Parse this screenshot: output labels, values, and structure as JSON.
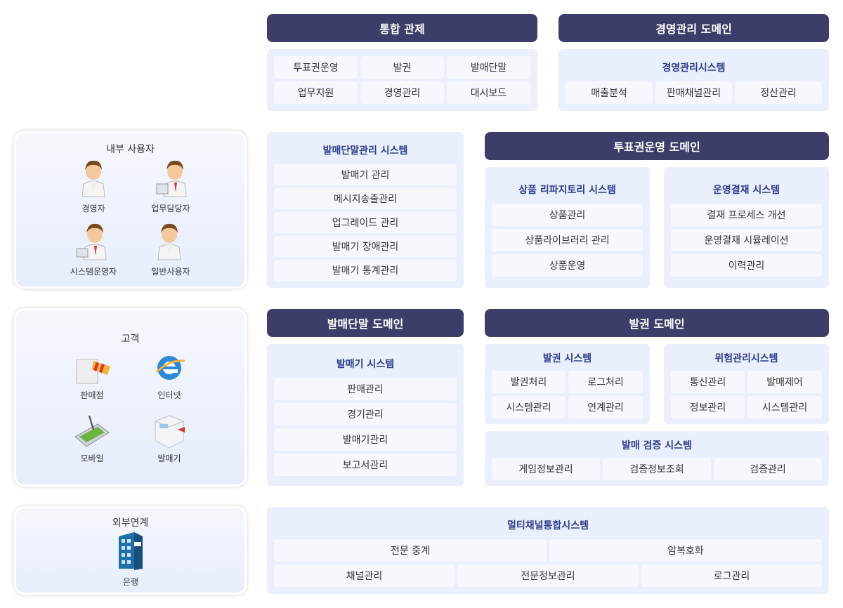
{
  "integrated_control": {
    "header": "통합 관제",
    "items": [
      "투표권운영",
      "발권",
      "발매단말",
      "업무지원",
      "경영관리",
      "대시보드"
    ]
  },
  "management_domain": {
    "header": "경영관리 도메인",
    "system_title": "경영관리시스템",
    "items": [
      "매출분석",
      "판매채널관리",
      "정산관리"
    ]
  },
  "terminal_mgmt_system": {
    "title": "발매단말관리 시스템",
    "items": [
      "발매기 관리",
      "메시지송출관리",
      "업그레이드 관리",
      "발매기 장애관리",
      "발매기 통계관리"
    ]
  },
  "voting_domain": {
    "header": "투표권운영 도메인",
    "product_repo": {
      "title": "상품 리파지토리 시스템",
      "items": [
        "상품관리",
        "상품라이브러리 관리",
        "상품운영"
      ]
    },
    "settlement": {
      "title": "운영결재 시스템",
      "items": [
        "결재 프로세스 개선",
        "운영결재 시뮬레이션",
        "이력관리"
      ]
    }
  },
  "terminal_domain": {
    "header": "발매단말 도메인",
    "system_title": "발매기 시스템",
    "items": [
      "판매관리",
      "경기관리",
      "발매기관리",
      "보고서관리"
    ]
  },
  "ticket_domain": {
    "header": "발권 도메인",
    "ticket_system": {
      "title": "발권 시스템",
      "items": [
        "발권처리",
        "로그처리",
        "시스템관리",
        "연계관리"
      ]
    },
    "risk_system": {
      "title": "위험관리시스템",
      "items": [
        "통신관리",
        "발매제어",
        "정보관리",
        "시스템관리"
      ]
    },
    "verify_system": {
      "title": "발매 검증 시스템",
      "items": [
        "게임정보관리",
        "검증정보조회",
        "검증관리"
      ]
    }
  },
  "multichannel": {
    "title": "멀티채널통합시스템",
    "row1": [
      "전문 중계",
      "암복호화"
    ],
    "row2": [
      "채널관리",
      "전문정보관리",
      "로그관리"
    ]
  },
  "internal_users": {
    "title": "내부 사용자",
    "users": [
      "경영자",
      "업무담당자",
      "시스템운영자",
      "일반사용자"
    ]
  },
  "customers": {
    "title": "고객",
    "channels": [
      "판매점",
      "인터넷",
      "모바일",
      "발매기"
    ]
  },
  "external": {
    "title": "외부연계",
    "bank": "은행"
  },
  "colors": {
    "header_bg": "#3c3d68",
    "panel_bg": "#e9effd",
    "cell_bg": "#f6f8fe",
    "title_text": "#2d3c8c"
  }
}
